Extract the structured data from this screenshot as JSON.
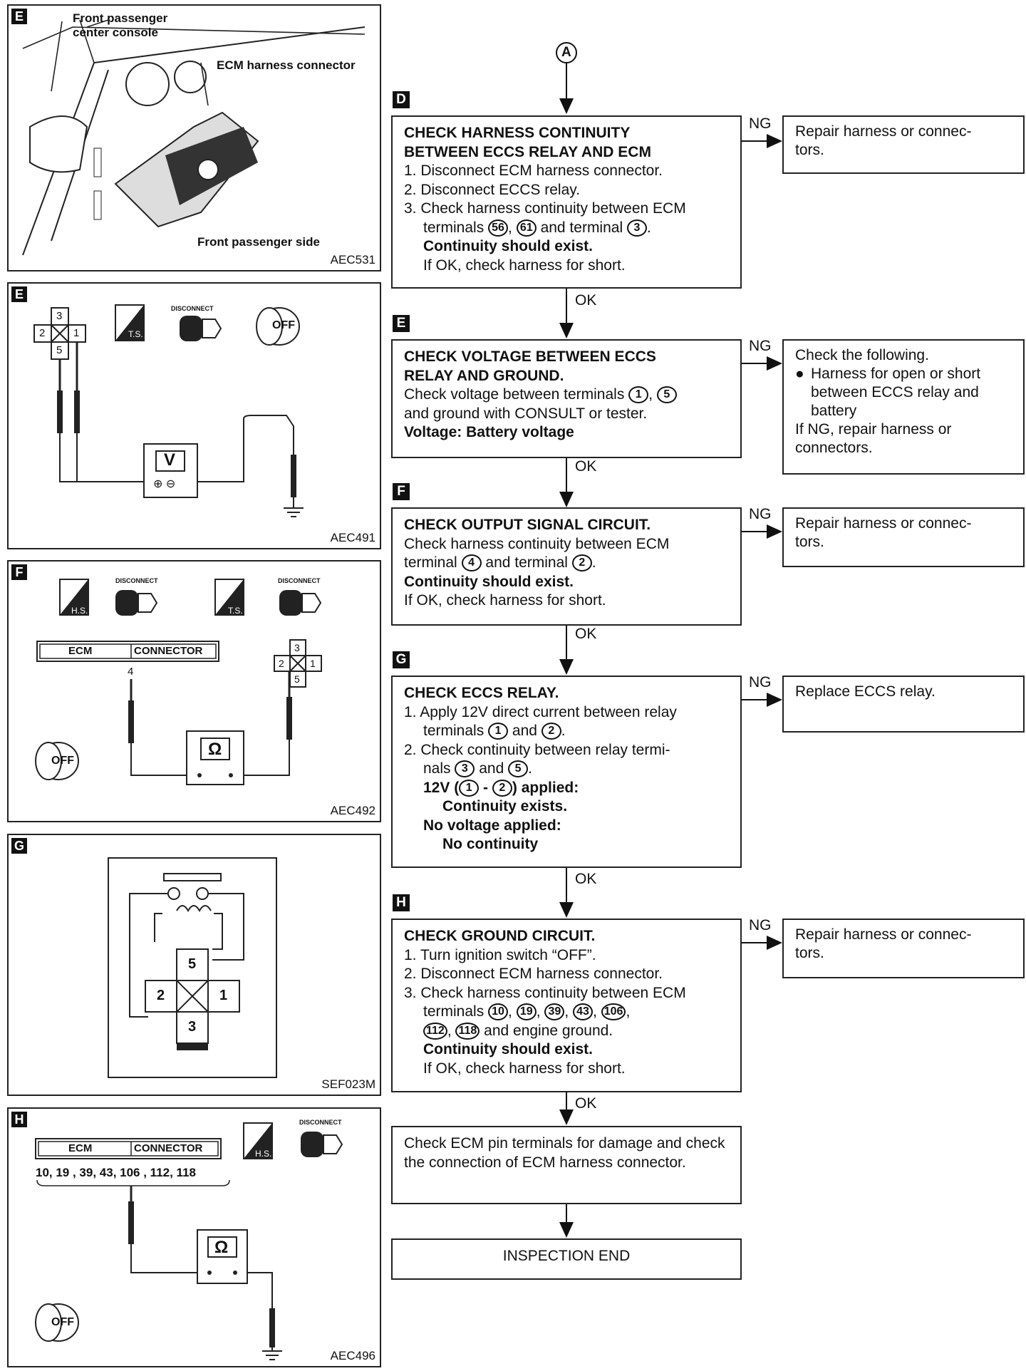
{
  "connector_label_a": "A",
  "panels": {
    "e1": {
      "tag": "E",
      "fig_id": "AEC531",
      "label_console": "Front passenger\ncenter console",
      "label_connector": "ECM harness connector",
      "label_side": "Front passenger side"
    },
    "e2": {
      "tag": "E",
      "fig_id": "AEC491",
      "meter": "V",
      "ts": "T.S.",
      "disconnect": "DISCONNECT",
      "off": "OFF",
      "pins": [
        "3",
        "2",
        "1",
        "5"
      ]
    },
    "f": {
      "tag": "F",
      "fig_id": "AEC492",
      "hs": "H.S.",
      "ts": "T.S.",
      "disconnect": "DISCONNECT",
      "off": "OFF",
      "ecm": "ECM",
      "connector": "CONNECTOR",
      "pin": "4",
      "meter": "Ω",
      "pins": [
        "3",
        "2",
        "1",
        "5"
      ]
    },
    "g": {
      "tag": "G",
      "fig_id": "SEF023M",
      "pins": [
        "5",
        "2",
        "1",
        "3"
      ]
    },
    "h": {
      "tag": "H",
      "fig_id": "AEC496",
      "hs": "H.S.",
      "disconnect": "DISCONNECT",
      "off": "OFF",
      "ecm": "ECM",
      "connector": "CONNECTOR",
      "pins": "10, 19 , 39, 43, 106 , 112, 118",
      "meter": "Ω"
    }
  },
  "steps": {
    "d": {
      "tag": "D",
      "title1": "CHECK HARNESS CONTINUITY",
      "title2": "BETWEEN ECCS RELAY AND ECM",
      "l1": "1. Disconnect ECM harness connector.",
      "l2": "2. Disconnect ECCS relay.",
      "l3a": "3. Check harness continuity between ECM",
      "l3b_pre": "terminals",
      "n1": "56",
      "n2": "61",
      "l3b_mid": "and terminal",
      "n3": "3",
      "l4": "Continuity should exist.",
      "l5": "If OK, check harness for short."
    },
    "e": {
      "tag": "E",
      "title1": "CHECK VOLTAGE BETWEEN ECCS",
      "title2": "RELAY AND GROUND.",
      "l1_pre": "Check voltage between terminals",
      "n1": "1",
      "n2": "5",
      "l2": "and ground with CONSULT or tester.",
      "l3": "Voltage: Battery voltage"
    },
    "f": {
      "tag": "F",
      "title": "CHECK OUTPUT SIGNAL CIRCUIT.",
      "l1": "Check harness continuity between ECM",
      "l2_pre": "terminal",
      "n1": "4",
      "l2_mid": "and terminal",
      "n2": "2",
      "l3": "Continuity should exist.",
      "l4": "If OK, check harness for short."
    },
    "g": {
      "tag": "G",
      "title": "CHECK ECCS RELAY.",
      "l1": "1. Apply 12V direct current between relay",
      "l2_pre": "terminals",
      "n1": "1",
      "l2_mid": "and",
      "n2": "2",
      "l3": "2. Check continuity between relay termi-",
      "l4_pre": "nals",
      "n3": "3",
      "l4_mid": "and",
      "n4": "5",
      "l5_pre": "12V (",
      "n5": "1",
      "n6": "2",
      "l5_post": ") applied:",
      "l6": "Continuity exists.",
      "l7": "No voltage applied:",
      "l8": "No continuity"
    },
    "h": {
      "tag": "H",
      "title": "CHECK GROUND CIRCUIT.",
      "l1": "1. Turn ignition switch “OFF”.",
      "l2": "2. Disconnect ECM harness connector.",
      "l3": "3. Check harness continuity between ECM",
      "l4_pre": "terminals",
      "nums1": [
        "10",
        "19",
        "39",
        "43",
        "106"
      ],
      "nums2": [
        "112",
        "118"
      ],
      "l5_post": "and engine ground.",
      "l6": "Continuity should exist.",
      "l7": "If OK, check harness for short."
    },
    "final": {
      "text": "Check ECM pin terminals for damage and check the connection of ECM harness connector."
    },
    "end": {
      "text": "INSPECTION END"
    }
  },
  "right": {
    "d": "Repair harness or connec-\ntors.",
    "e_l1": "Check the following.",
    "e_bullet": "Harness for open or short between ECCS relay and battery",
    "e_l2": "If NG, repair harness or connectors.",
    "f": "Repair harness or connec-\ntors.",
    "g": "Replace ECCS relay.",
    "h": "Repair harness or connec-\ntors."
  },
  "flow": {
    "ng": "NG",
    "ok": "OK"
  }
}
